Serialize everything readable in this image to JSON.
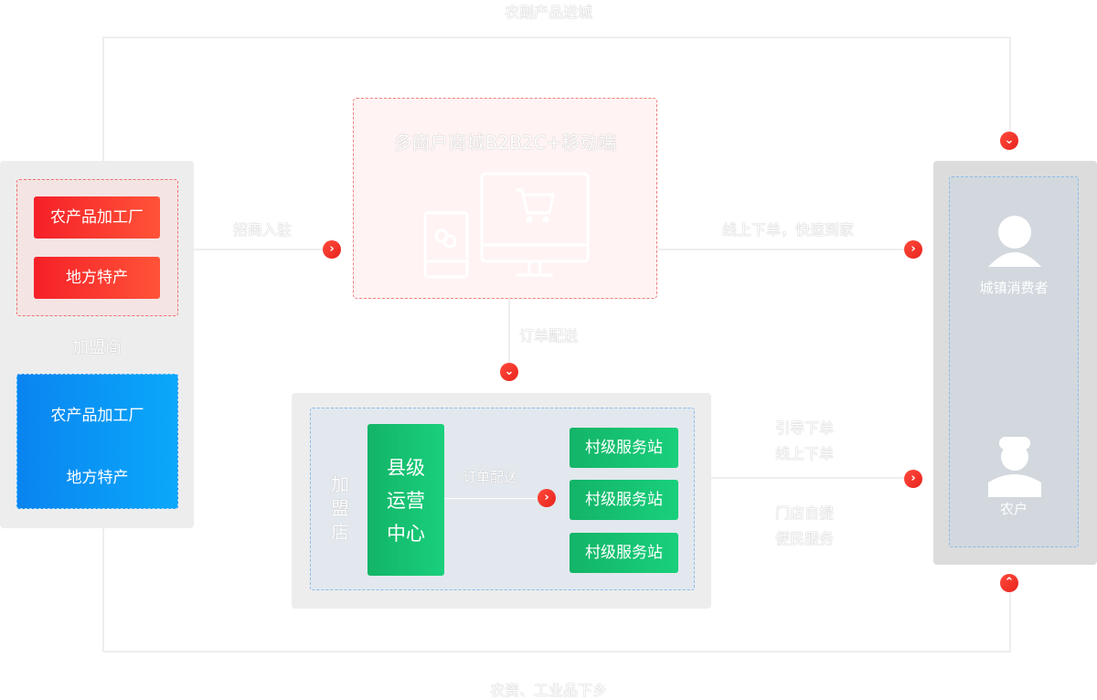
{
  "top_flow": "农副产品进城",
  "bottom_flow": "农资、工业品下乡",
  "platform": {
    "title": "多商户商城B2B2C+移动端",
    "icons": [
      "wechat-phone-icon",
      "cart-monitor-icon"
    ]
  },
  "left": {
    "red_items": [
      "农产品加工厂",
      "地方特产"
    ],
    "label": "加盟商",
    "blue_items": [
      "农产品加工厂",
      "地方特产"
    ]
  },
  "edges": {
    "join": "招商入驻",
    "online_order": "线上下单，快速到家",
    "delivery": "订单配送",
    "delivery_inner": "订单配送",
    "guide": [
      "引导下单",
      "线上下单"
    ],
    "pickup": [
      "门店自提",
      "便民服务"
    ]
  },
  "store": {
    "label": "加盟店",
    "center": "县级\n运营\n中心",
    "stations": [
      "村级服务站",
      "村级服务站",
      "村级服务站"
    ]
  },
  "right": {
    "consumer": "城镇消费者",
    "farmer": "农户"
  },
  "colors": {
    "red": "#f52028",
    "green": "#13b467",
    "blue": "#0a8cf5",
    "arrow": "#e8231f"
  }
}
